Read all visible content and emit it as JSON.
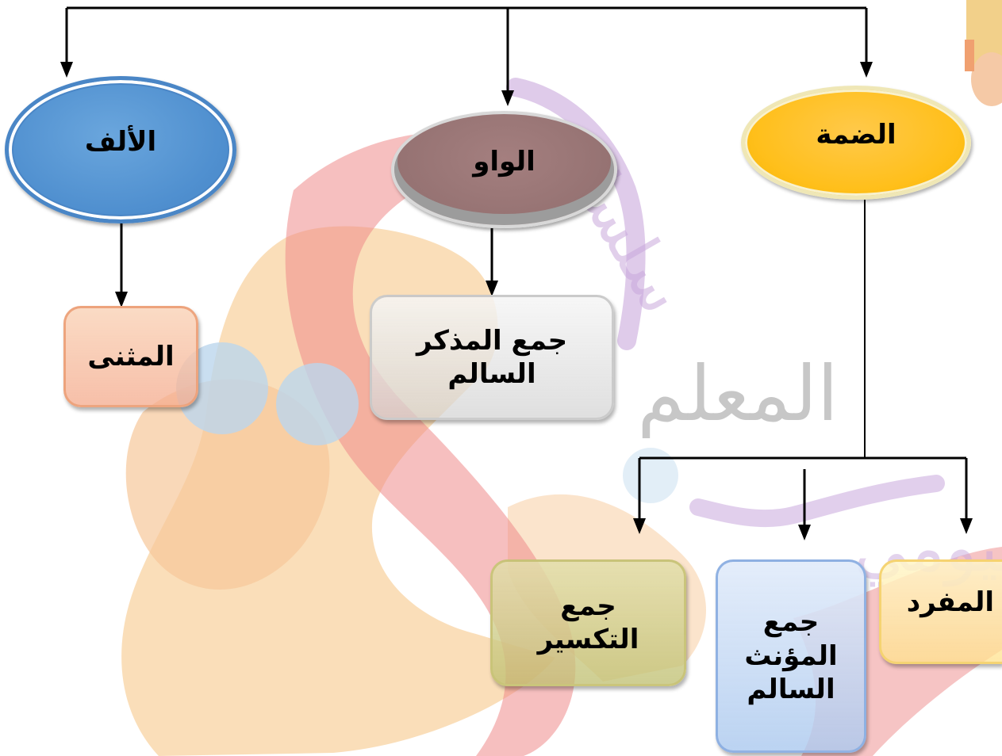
{
  "nodes": {
    "alif": "الألف",
    "waw": "الواو",
    "damma": "الضمة"
  },
  "boxes": {
    "muthanna": [
      "المثنى"
    ],
    "masculine_plural": [
      "جمع المذكر",
      "السالم"
    ],
    "broken_plural": [
      "جمع",
      "التكسير"
    ],
    "feminine_plural": [
      "جمع",
      "المؤنث",
      "السالم"
    ],
    "singular": [
      "المفرد"
    ]
  },
  "watermark": {
    "word_1": "سلسلة",
    "word_2": "المعلم",
    "word_3": "بيومي"
  },
  "colors": {
    "alif": "#4f8fcf",
    "waw": "#957272",
    "damma": "#ffbf1a",
    "connector": "#000000"
  }
}
